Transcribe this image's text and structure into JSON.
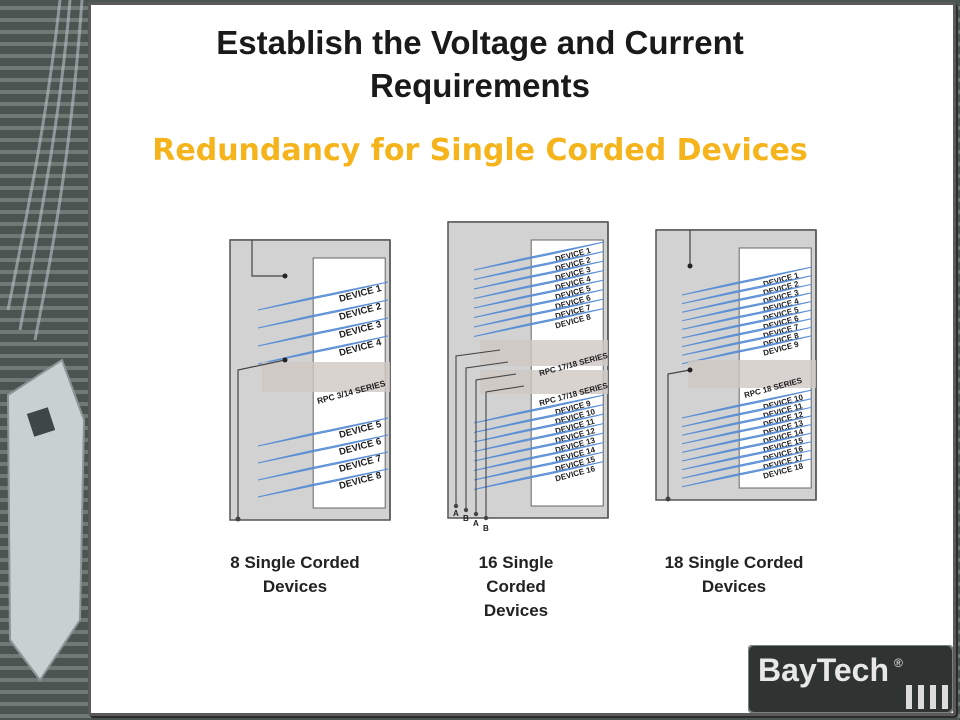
{
  "slide": {
    "title_line1": "Establish the Voltage and Current",
    "title_line2": "Requirements",
    "subtitle": "Redundancy for Single Corded Devices"
  },
  "racks": [
    {
      "caption": "8 Single Corded Devices",
      "devices": [
        "DEVICE 1",
        "DEVICE 2",
        "DEVICE 3",
        "DEVICE 4",
        "DEVICE 5",
        "DEVICE 6",
        "DEVICE 7",
        "DEVICE 8"
      ],
      "series": [
        "RPC 3/14 SERIES"
      ],
      "plugs": []
    },
    {
      "caption": "16 Single Corded Devices",
      "devices": [
        "DEVICE 1",
        "DEVICE 2",
        "DEVICE 3",
        "DEVICE 4",
        "DEVICE 5",
        "DEVICE 6",
        "DEVICE 7",
        "DEVICE 8",
        "DEVICE 9",
        "DEVICE 10",
        "DEVICE 11",
        "DEVICE 12",
        "DEVICE 13",
        "DEVICE 14",
        "DEVICE 15",
        "DEVICE 16"
      ],
      "series": [
        "RPC 17/18 SERIES",
        "RPC 17/18 SERIES"
      ],
      "plugs": [
        "A",
        "B",
        "A",
        "B"
      ]
    },
    {
      "caption": "18 Single Corded Devices",
      "devices": [
        "DEVICE 1",
        "DEVICE 2",
        "DEVICE 3",
        "DEVICE 4",
        "DEVICE 5",
        "DEVICE 6",
        "DEVICE 7",
        "DEVICE 8",
        "DEVICE 9",
        "DEVICE 10",
        "DEVICE 11",
        "DEVICE 12",
        "DEVICE 13",
        "DEVICE 14",
        "DEVICE 15",
        "DEVICE 16",
        "DEVICE 17",
        "DEVICE 18"
      ],
      "series": [
        "RPC 18 SERIES"
      ],
      "plugs": []
    }
  ],
  "logo": {
    "text": "BayTech",
    "mark": "®"
  },
  "colors": {
    "subtitle": "#f5b41b",
    "device_blue": "#2f6fc4",
    "rack_gray": "#d2d2d2"
  }
}
